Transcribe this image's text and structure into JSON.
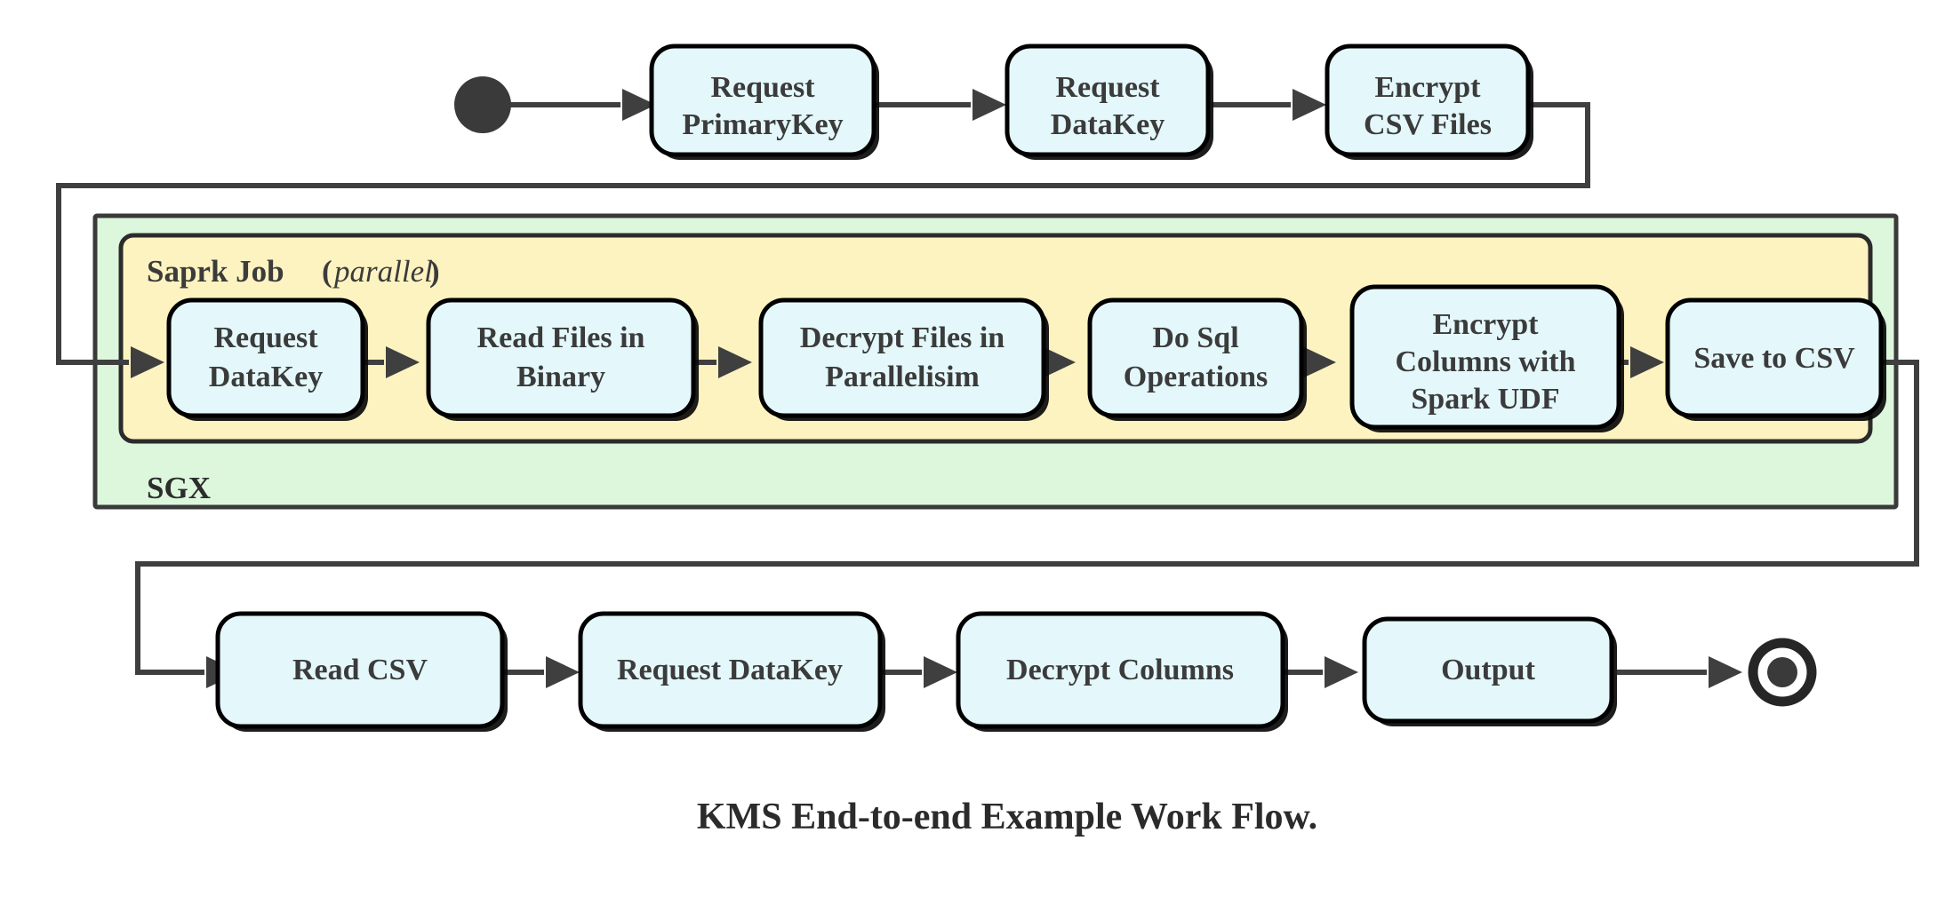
{
  "diagram": {
    "caption": "KMS End-to-end Example Work Flow.",
    "colors": {
      "node_fill": "#e4f8fb",
      "node_stroke": "#000000",
      "sgx_fill": "#ddf7dd",
      "spark_fill": "#fdf3c0",
      "line": "#3f3f3f",
      "text": "#3b3b3b",
      "background": "#ffffff"
    },
    "containers": {
      "sgx": {
        "label": "SGX"
      },
      "spark": {
        "label": "Saprk Job",
        "qualifier": "parallel",
        "open_paren": "(",
        "close_paren": ")"
      }
    },
    "start_node": {
      "name": "start"
    },
    "end_node": {
      "name": "end"
    },
    "rows": {
      "top": {
        "nodes": [
          {
            "id": "request-primarykey",
            "line1": "Request",
            "line2": "PrimaryKey"
          },
          {
            "id": "request-datakey-top",
            "line1": "Request",
            "line2": "DataKey"
          },
          {
            "id": "encrypt-csv-files",
            "line1": "Encrypt",
            "line2": "CSV Files"
          }
        ]
      },
      "spark": {
        "nodes": [
          {
            "id": "request-datakey-spark",
            "line1": "Request",
            "line2": "DataKey",
            "line3": ""
          },
          {
            "id": "read-files-in-binary",
            "line1": "Read Files in",
            "line2": "Binary",
            "line3": ""
          },
          {
            "id": "decrypt-files-in-parallelisim",
            "line1": "Decrypt Files in",
            "line2": "Parallelisim",
            "line3": ""
          },
          {
            "id": "do-sql-operations",
            "line1": "Do Sql",
            "line2": "Operations",
            "line3": ""
          },
          {
            "id": "encrypt-columns-with-spark-udf",
            "line1": "Encrypt",
            "line2": "Columns with",
            "line3": "Spark UDF"
          },
          {
            "id": "save-to-csv",
            "line1": "Save to CSV",
            "line2": "",
            "line3": ""
          }
        ]
      },
      "bottom": {
        "nodes": [
          {
            "id": "read-csv",
            "line1": "Read CSV"
          },
          {
            "id": "request-datakey-bottom",
            "line1": "Request DataKey"
          },
          {
            "id": "decrypt-columns",
            "line1": "Decrypt Columns"
          },
          {
            "id": "output",
            "line1": "Output"
          }
        ]
      }
    }
  }
}
